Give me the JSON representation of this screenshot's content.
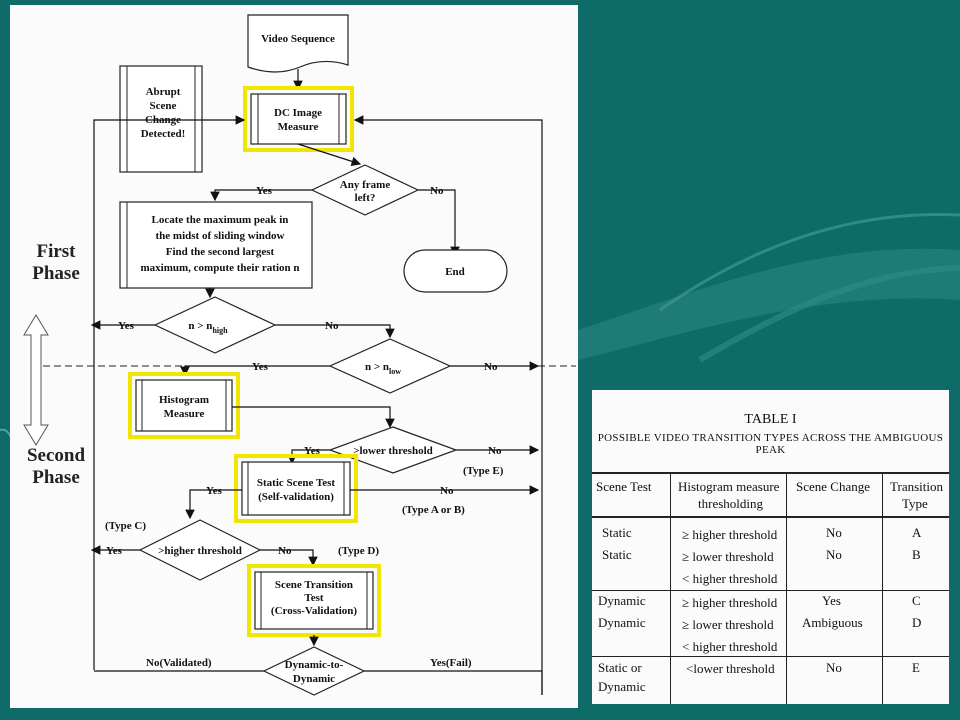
{
  "colors": {
    "background": "#0f6b68",
    "highlight": "#f2e600"
  },
  "phases": {
    "first": "First Phase",
    "second": "Second Phase"
  },
  "flowchart": {
    "video_sequence": "Video Sequence",
    "dc_image": [
      "DC Image",
      "Measure"
    ],
    "abrupt": [
      "Abrupt",
      "Scene",
      "Change",
      "Detected!"
    ],
    "any_frame": [
      "Any frame",
      "left?"
    ],
    "end": "End",
    "locate": [
      "Locate the maximum peak in",
      "the midst of sliding window",
      "Find the second largest",
      "maximum, compute their ration n"
    ],
    "n_high": "n > n",
    "n_high_sub": "high",
    "n_low": "n > n",
    "n_low_sub": "low",
    "histogram": [
      "Histogram",
      "Measure"
    ],
    "lower_threshold": ">lower threshold",
    "static_scene": [
      "Static Scene Test",
      "(Self-validation)"
    ],
    "higher_threshold": ">higher threshold",
    "scene_transition": [
      "Scene Transition",
      "Test",
      "(Cross-Validation)"
    ],
    "dynamic_to": [
      "Dynamic-to-",
      "Dynamic"
    ],
    "yes": "Yes",
    "no": "No",
    "type_e": "(Type E)",
    "type_ab": "(Type A or B)",
    "type_c": "(Type C)",
    "type_d": "(Type D)",
    "no_validated": "No(Validated)",
    "yes_fail": "Yes(Fail)"
  },
  "table": {
    "title": "TABLE I",
    "subtitle": "POSSIBLE VIDEO TRANSITION TYPES ACROSS THE AMBIGUOUS PEAK",
    "headers": {
      "scene_test": "Scene Test",
      "histogram": [
        "Histogram measure",
        "thresholding"
      ],
      "scene_change": "Scene Change",
      "transition": [
        "Transition",
        "Type"
      ]
    },
    "rows": [
      {
        "scene": "Static",
        "hist": "≥ higher threshold",
        "change": "No",
        "type": "A"
      },
      {
        "scene": "Static",
        "hist": "≥ lower threshold",
        "hist2": "< higher threshold",
        "change": "No",
        "type": "B"
      },
      {
        "scene": "Dynamic",
        "hist": "≥ higher threshold",
        "change": "Yes",
        "type": "C"
      },
      {
        "scene": "Dynamic",
        "hist": "≥ lower threshold",
        "hist2": "< higher threshold",
        "change": "Ambiguous",
        "type": "D"
      },
      {
        "scene": "Static or",
        "scene2": "Dynamic",
        "hist": "<lower threshold",
        "change": "No",
        "type": "E"
      }
    ]
  }
}
